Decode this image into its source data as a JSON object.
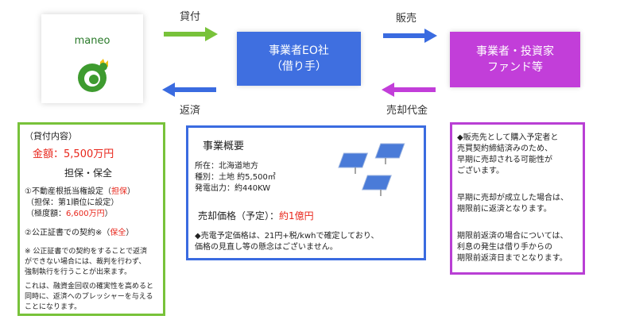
{
  "maneo": {
    "logo_text": "maneo"
  },
  "nodes": {
    "operator": {
      "line1": "事業者EO社",
      "line2": "（借り手）"
    },
    "investor": {
      "line1": "事業者・投資家",
      "line2": "ファンド等"
    }
  },
  "flows": {
    "loan": "貸付",
    "repay": "返済",
    "sale": "販売",
    "proceeds": "売却代金"
  },
  "loan_box": {
    "heading": "（貸付内容）",
    "amount_label": "金額：",
    "amount_value": "5,500万円",
    "security_heading": "担保・保全",
    "item1_prefix": "①不動産根抵当権設定（",
    "item1_tag": "担保",
    "item1_suffix": "）",
    "item1_line2": "（担保：第1順位に設定）",
    "item1_line3_prefix": "（極度額：",
    "item1_line3_value": "6,600万円",
    "item1_line3_suffix": "）",
    "item2_prefix": "②公正証書での契約※（",
    "item2_tag": "保全",
    "item2_suffix": "）",
    "note1": [
      "※ 公正証書での契約をすることで返済",
      "ができない場合には、裁判を行わず、",
      "強制執行を行うことが出来ます。"
    ],
    "note2": [
      "これは、融資金回収の確実性を高めると",
      "同時に、返済へのプレッシャーを与える",
      "ことになります。"
    ]
  },
  "business_box": {
    "title": "事業概要",
    "location": "所在：北海道地方",
    "category": "種別：土地 約5,500㎡",
    "output": "発電出力：約440KW",
    "price_label": "売却価格（予定）：",
    "price_value": "約1億円",
    "note": [
      "◆売電予定価格は、21円+税/kwhで確定しており、",
      "価格の見直し等の懸念はございません。"
    ]
  },
  "sale_box": {
    "para1": [
      "◆販売先として購入予定者と",
      "売買契約締結済みのため、",
      "早期に売却される可能性が",
      "ございます。"
    ],
    "para2": [
      "早期に売却が成立した場合は、",
      "期限前に返済となります。"
    ],
    "para3": [
      "期限前返済の場合については、",
      "利息の発生は借り手からの",
      "期限前返済日までとなります。"
    ]
  },
  "colors": {
    "green": "#78c23a",
    "blue": "#3a6be0",
    "purple": "#c23ed9",
    "red": "#e8261b"
  }
}
